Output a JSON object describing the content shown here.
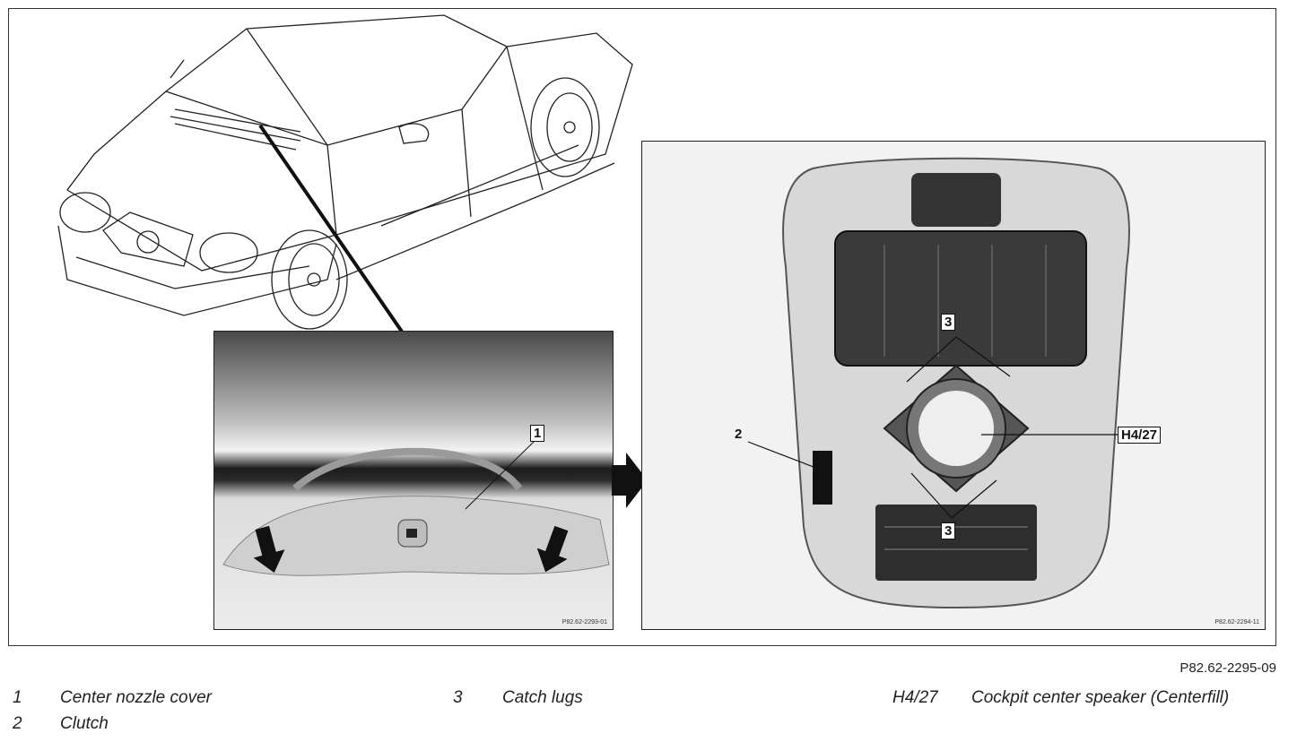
{
  "figure": {
    "code": "P82.62-2295-09",
    "left_photo_code": "P82.62-2293-01",
    "right_photo_code": "P82.62-2294-11"
  },
  "callouts": {
    "one": "1",
    "two": "2",
    "three_top": "3",
    "three_bottom": "3",
    "h4_27": "H4/27"
  },
  "legend": [
    {
      "number": "1",
      "label": "Center nozzle cover"
    },
    {
      "number": "2",
      "label": "Clutch"
    },
    {
      "number": "3",
      "label": "Catch lugs"
    },
    {
      "number": "H4/27",
      "label": "Cockpit center speaker (Centerfill)"
    }
  ]
}
